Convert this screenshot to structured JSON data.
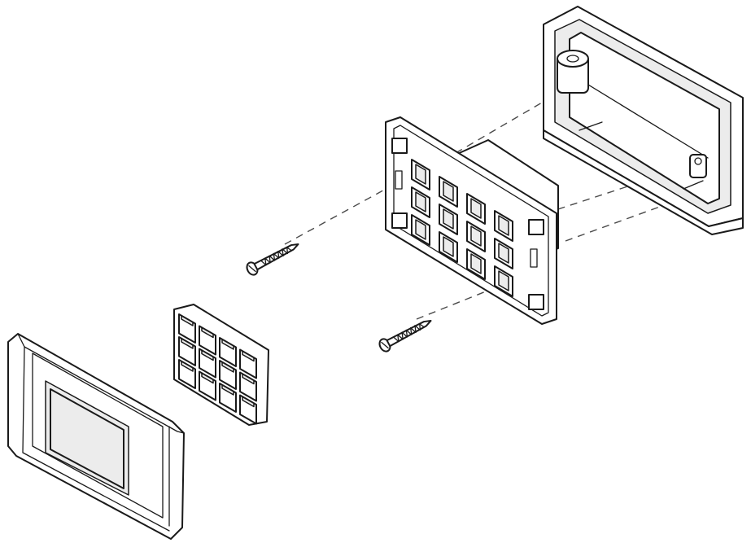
{
  "diagram": {
    "type": "exploded-assembly-drawing",
    "style": "black line art on white",
    "components": [
      "back-box",
      "mounting-frame",
      "screw",
      "screw",
      "keystone-insert-grid",
      "faceplate-cover"
    ],
    "insert_grid": {
      "rows": 3,
      "columns": 4
    },
    "frame_ports": {
      "rows": 3,
      "columns": 4
    },
    "colors": {
      "line": "#1a1a1a",
      "background": "#ffffff",
      "dashed_guides": "#4a4a4a"
    }
  }
}
